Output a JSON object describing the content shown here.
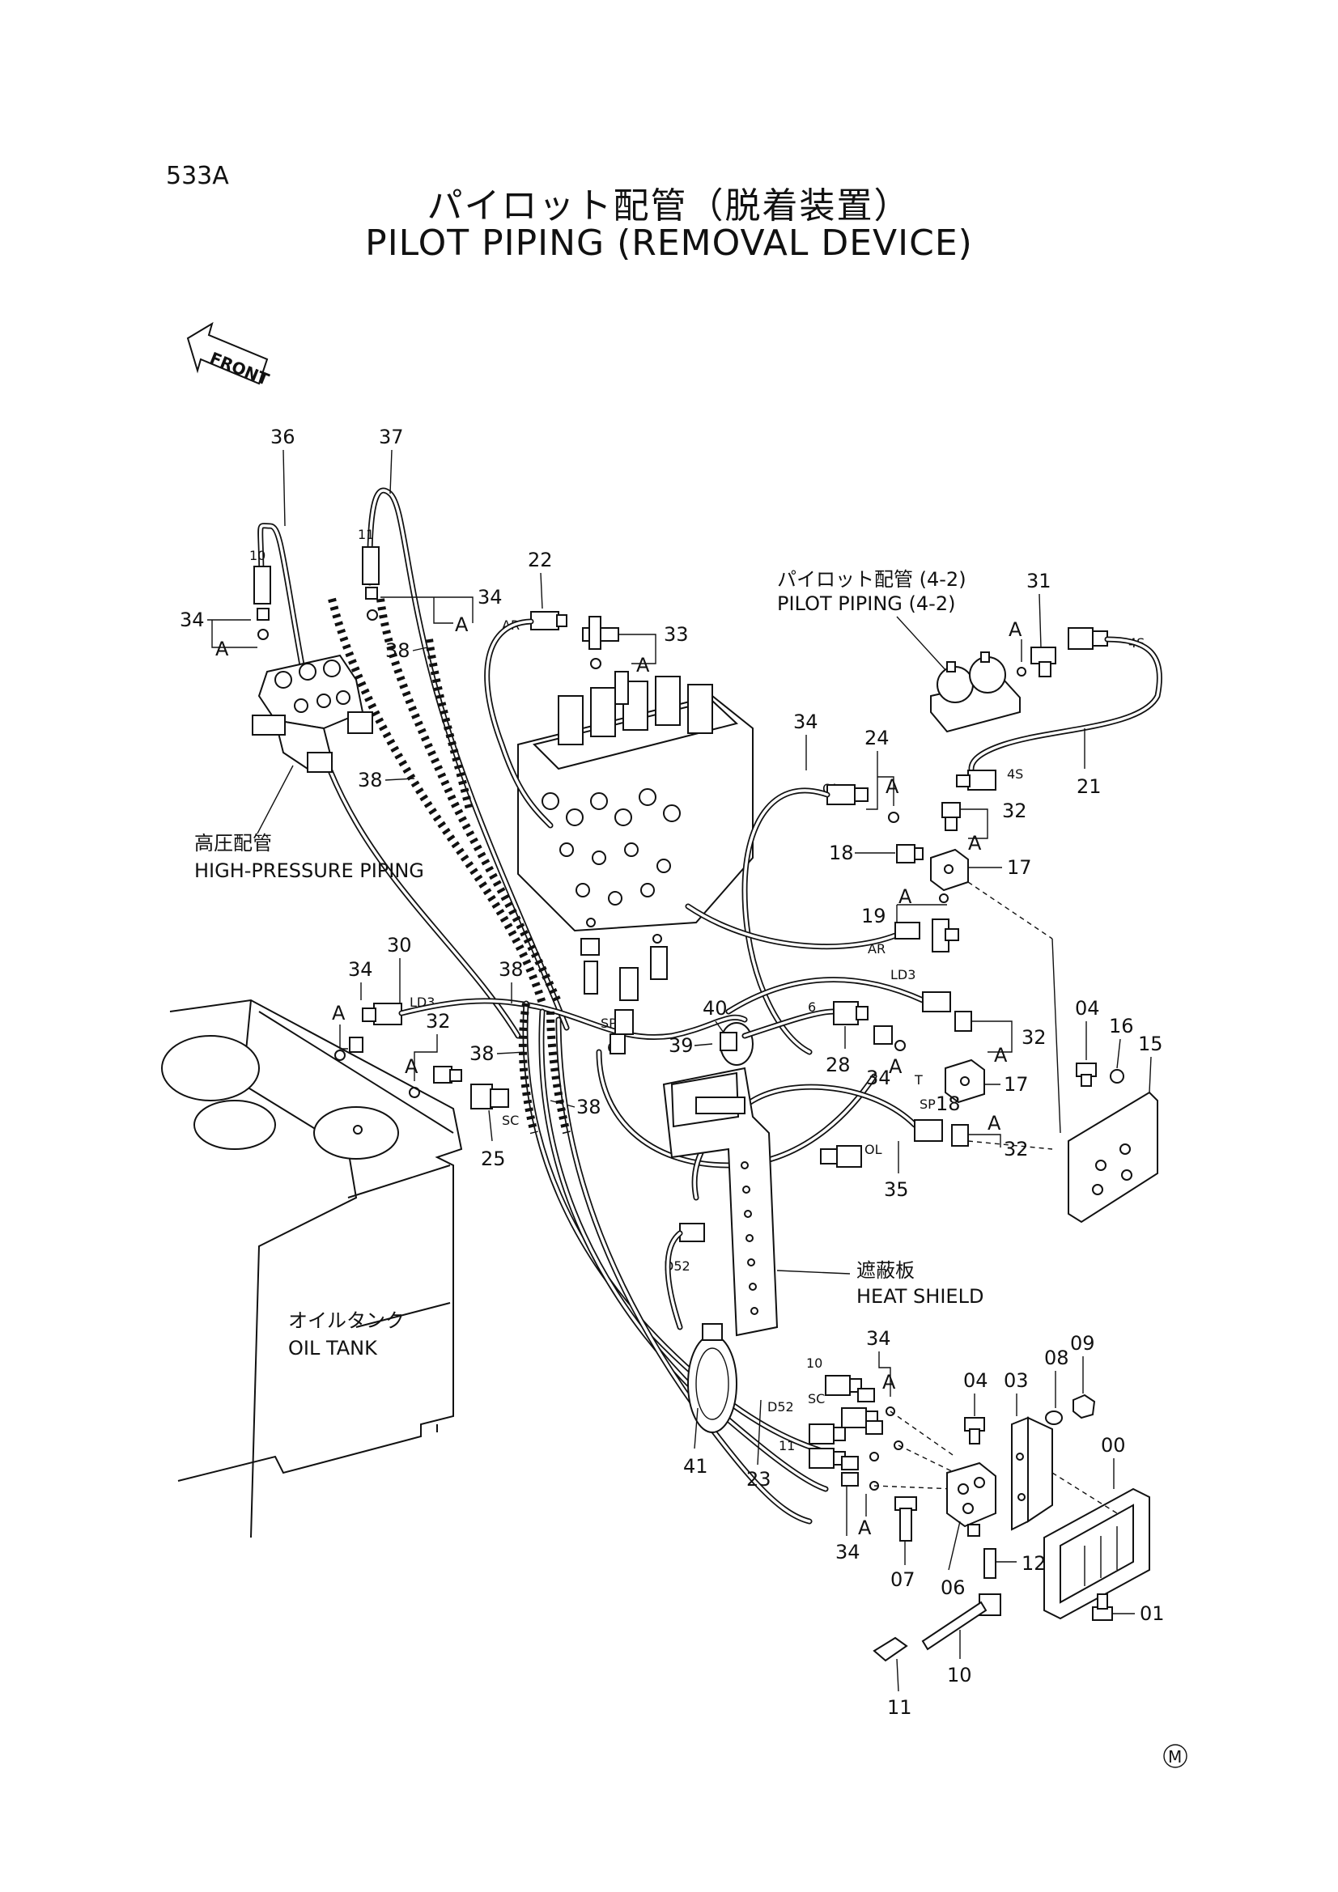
{
  "page_code": "533A",
  "title_jp": "パイロット配管（脱着装置）",
  "title_en": "PILOT PIPING (REMOVAL DEVICE)",
  "front_label": "FRONT",
  "corner_mark": "M",
  "labels": {
    "high_pressure_jp": "高圧配管",
    "high_pressure_en": "HIGH-PRESSURE PIPING",
    "pilot_piping_jp": "パイロット配管 (4-2)",
    "pilot_piping_en": "PILOT PIPING (4-2)",
    "heat_shield_jp": "遮蔽板",
    "heat_shield_en": "HEAT SHIELD",
    "oil_tank_jp": "オイルタンク",
    "oil_tank_en": "OIL TANK"
  },
  "callouts": [
    {
      "id": "c36",
      "text": "36"
    },
    {
      "id": "c37",
      "text": "37"
    },
    {
      "id": "c22",
      "text": "22"
    },
    {
      "id": "c31",
      "text": "31"
    },
    {
      "id": "c33",
      "text": "33"
    },
    {
      "id": "c34a",
      "text": "34"
    },
    {
      "id": "c34b",
      "text": "34"
    },
    {
      "id": "c38a",
      "text": "38"
    },
    {
      "id": "c38b",
      "text": "38"
    },
    {
      "id": "c24",
      "text": "24"
    },
    {
      "id": "c34c",
      "text": "34"
    },
    {
      "id": "c21",
      "text": "21"
    },
    {
      "id": "c32a",
      "text": "32"
    },
    {
      "id": "c18a",
      "text": "18"
    },
    {
      "id": "c17a",
      "text": "17"
    },
    {
      "id": "c19",
      "text": "19"
    },
    {
      "id": "c30",
      "text": "30"
    },
    {
      "id": "c34d",
      "text": "34"
    },
    {
      "id": "c38c",
      "text": "38"
    },
    {
      "id": "c40",
      "text": "40"
    },
    {
      "id": "c32b",
      "text": "32"
    },
    {
      "id": "c38d",
      "text": "38"
    },
    {
      "id": "c39",
      "text": "39"
    },
    {
      "id": "c28",
      "text": "28"
    },
    {
      "id": "c32c",
      "text": "32"
    },
    {
      "id": "c04a",
      "text": "04"
    },
    {
      "id": "c16",
      "text": "16"
    },
    {
      "id": "c15",
      "text": "15"
    },
    {
      "id": "c38e",
      "text": "38"
    },
    {
      "id": "c25",
      "text": "25"
    },
    {
      "id": "c34e",
      "text": "34"
    },
    {
      "id": "c18b",
      "text": "18"
    },
    {
      "id": "c17b",
      "text": "17"
    },
    {
      "id": "c32d",
      "text": "32"
    },
    {
      "id": "c35",
      "text": "35"
    },
    {
      "id": "c34f",
      "text": "34"
    },
    {
      "id": "c04b",
      "text": "04"
    },
    {
      "id": "c03",
      "text": "03"
    },
    {
      "id": "c08",
      "text": "08"
    },
    {
      "id": "c09",
      "text": "09"
    },
    {
      "id": "c00",
      "text": "00"
    },
    {
      "id": "c41",
      "text": "41"
    },
    {
      "id": "c23",
      "text": "23"
    },
    {
      "id": "c34g",
      "text": "34"
    },
    {
      "id": "c07",
      "text": "07"
    },
    {
      "id": "c06",
      "text": "06"
    },
    {
      "id": "c12",
      "text": "12"
    },
    {
      "id": "c01",
      "text": "01"
    },
    {
      "id": "c10",
      "text": "10"
    },
    {
      "id": "c11",
      "text": "11"
    }
  ],
  "port_labels": {
    "p10a": "10",
    "p11a": "11",
    "ar1": "AR",
    "ar2": "AR",
    "s4a": "4S",
    "s4b": "4S",
    "ol1": "OL",
    "ol2": "OL",
    "ld3a": "LD3",
    "ld3b": "LD3",
    "sp1": "SP",
    "sp2": "SP",
    "six1": "6",
    "six2": "6",
    "sc1": "SC",
    "sc2": "SC",
    "d52a": "D52",
    "d52b": "D52",
    "p10b": "10",
    "p11b": "11",
    "t1": "T"
  },
  "detail_mark": "A"
}
